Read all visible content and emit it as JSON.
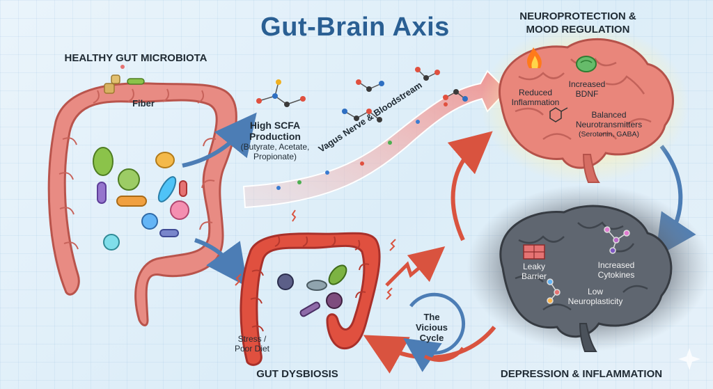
{
  "title": "Gut-Brain Axis",
  "sections": {
    "healthy_gut": "HEALTHY GUT MICROBIOTA",
    "neuroprotection": [
      "NEUROPROTECTION &",
      "MOOD REGULATION"
    ],
    "dysbiosis": "GUT DYSBIOSIS",
    "depression": "DEPRESSION & INFLAMMATION"
  },
  "labels": {
    "fiber": "Fiber",
    "scfa_title": [
      "High SCFA",
      "Production"
    ],
    "scfa_detail": [
      "(Butyrate, Acetate,",
      "Propionate)"
    ],
    "pathway": "Vagus Nerve & Bloodstream",
    "reduced_inflammation": [
      "Reduced",
      "Inflammation"
    ],
    "increased_bdnf": [
      "Increased",
      "BDNF"
    ],
    "balanced_title": [
      "Balanced",
      "Neurotransmitters"
    ],
    "balanced_detail": "(Serotonin, GABA)",
    "stress": [
      "Stress /",
      "Poor Diet"
    ],
    "vicious_cycle": [
      "The",
      "Vicious",
      "Cycle"
    ],
    "leaky_barrier": [
      "Leaky",
      "Barrier"
    ],
    "increased_cytokines": [
      "Increased",
      "Cytokines"
    ],
    "low_neuroplasticity": [
      "Low",
      "Neuroplasticity"
    ]
  },
  "icons": {
    "flame": "flame-icon",
    "brain_small": "small-brain-icon",
    "molecule": "molecule-icon",
    "barrier": "barrier-icon"
  },
  "colors": {
    "title": "#2a5f93",
    "intestine": "#e88b83",
    "intestine_inflamed": "#e0503f",
    "brain_healthy": "#e9867b",
    "brain_inflamed": "#5f6670",
    "arrow_blue": "#4c7db5",
    "arrow_red": "#d9533f",
    "pathway": "#f0a8a6"
  }
}
